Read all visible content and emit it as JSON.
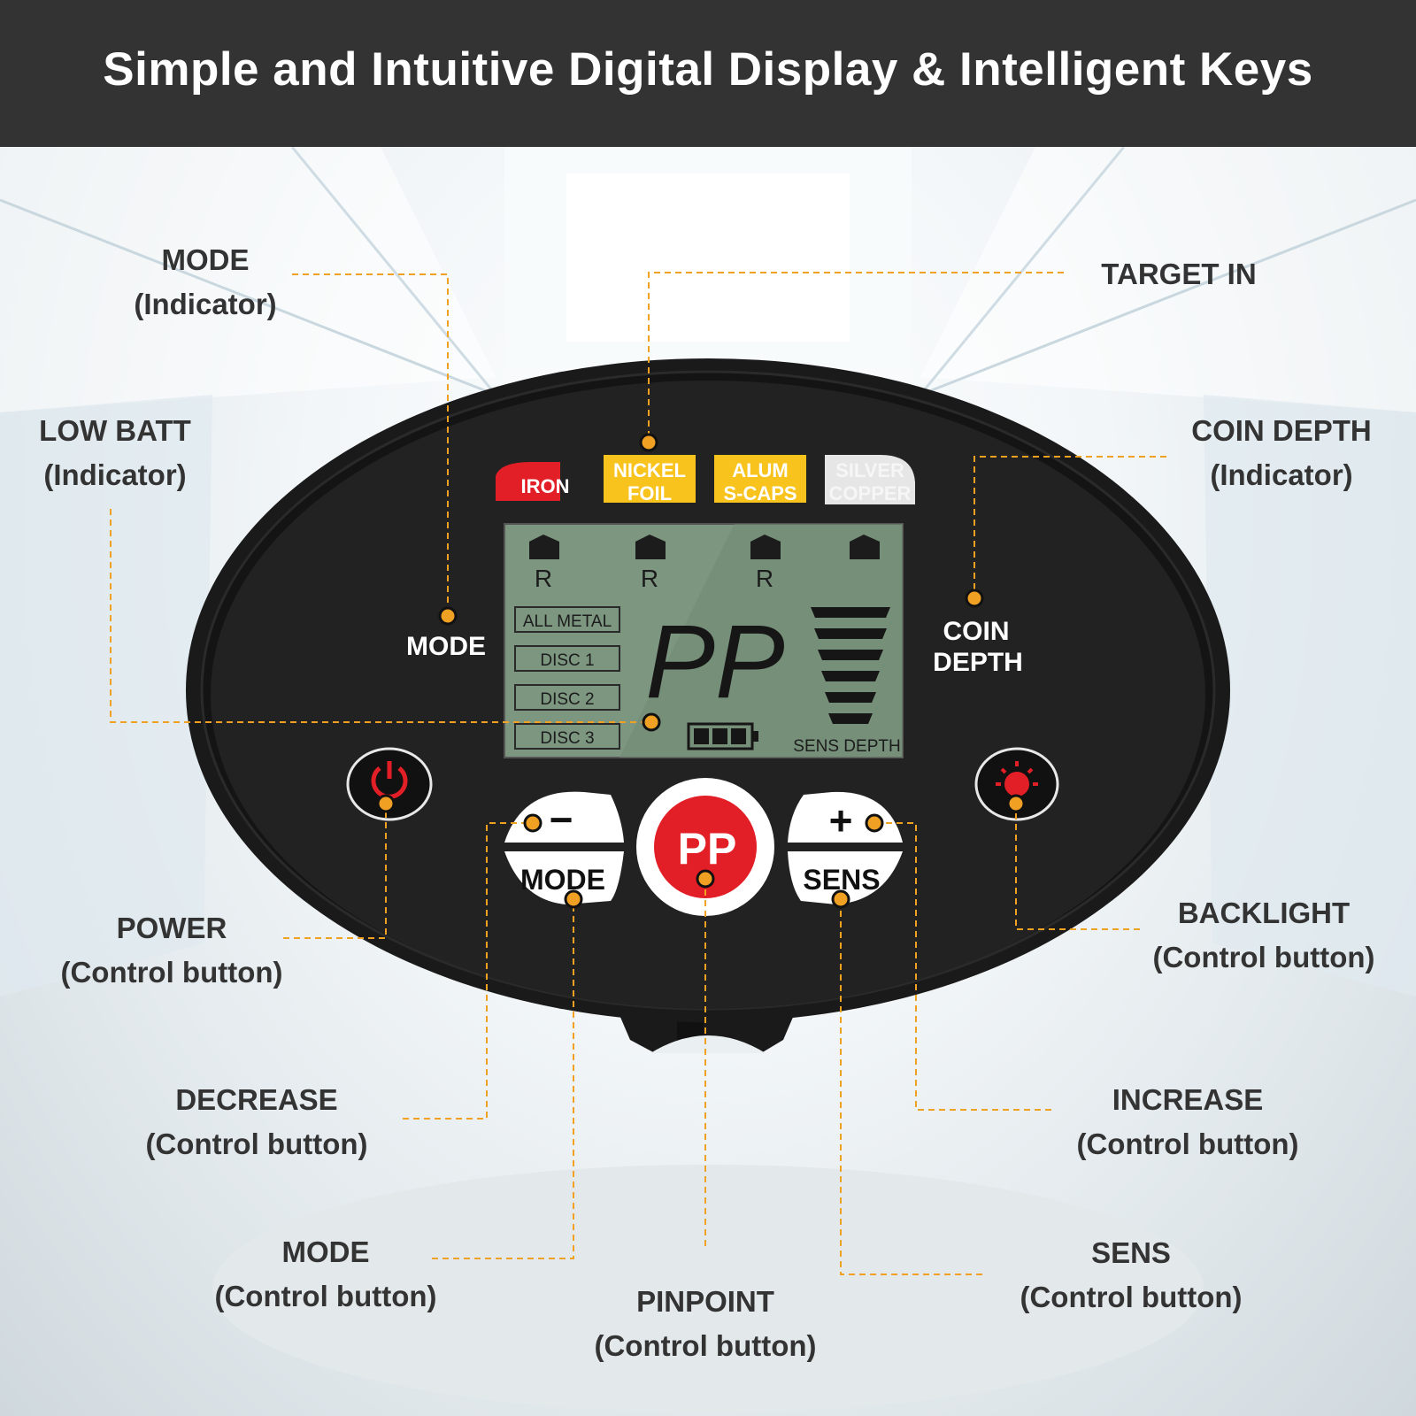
{
  "header": {
    "title": "Simple and Intuitive Digital Display & Intelligent Keys"
  },
  "colors": {
    "leader": "#f0a023",
    "panel": "#1d1d1d",
    "lcd": "#7c9680",
    "red": "#e21f26",
    "yellow": "#f7c31c"
  },
  "callouts": {
    "mode_indicator": {
      "title": "MODE",
      "sub": "(Indicator)"
    },
    "target_in": {
      "title": "TARGET IN"
    },
    "low_batt": {
      "title": "LOW BATT",
      "sub": "(Indicator)"
    },
    "coin_depth": {
      "title": "COIN DEPTH",
      "sub": "(Indicator)"
    },
    "power": {
      "title": "POWER",
      "sub": "(Control button)"
    },
    "backlight": {
      "title": "BACKLIGHT",
      "sub": "(Control button)"
    },
    "decrease": {
      "title": "DECREASE",
      "sub": "(Control button)"
    },
    "increase": {
      "title": "INCREASE",
      "sub": "(Control button)"
    },
    "mode_button": {
      "title": "MODE",
      "sub": "(Control button)"
    },
    "sens": {
      "title": "SENS",
      "sub": "(Control button)"
    },
    "pinpoint": {
      "title": "PINPOINT",
      "sub": "(Control button)"
    }
  },
  "device": {
    "targets": [
      "IRON",
      "NICKEL",
      "FOIL",
      "ALUM",
      "S-CAPS",
      "SILVER",
      "COPPER"
    ],
    "r_marks": [
      "R",
      "R",
      "R"
    ],
    "mode_list": [
      "ALL METAL",
      "DISC 1",
      "DISC 2",
      "DISC 3"
    ],
    "digits": "PP",
    "sens_depth": "SENS DEPTH",
    "mode_label": "MODE",
    "coin_depth_label": [
      "COIN",
      "DEPTH"
    ],
    "btn_minus": "−",
    "btn_plus": "+",
    "btn_mode": "MODE",
    "btn_sens": "SENS",
    "btn_pp": "PP"
  }
}
